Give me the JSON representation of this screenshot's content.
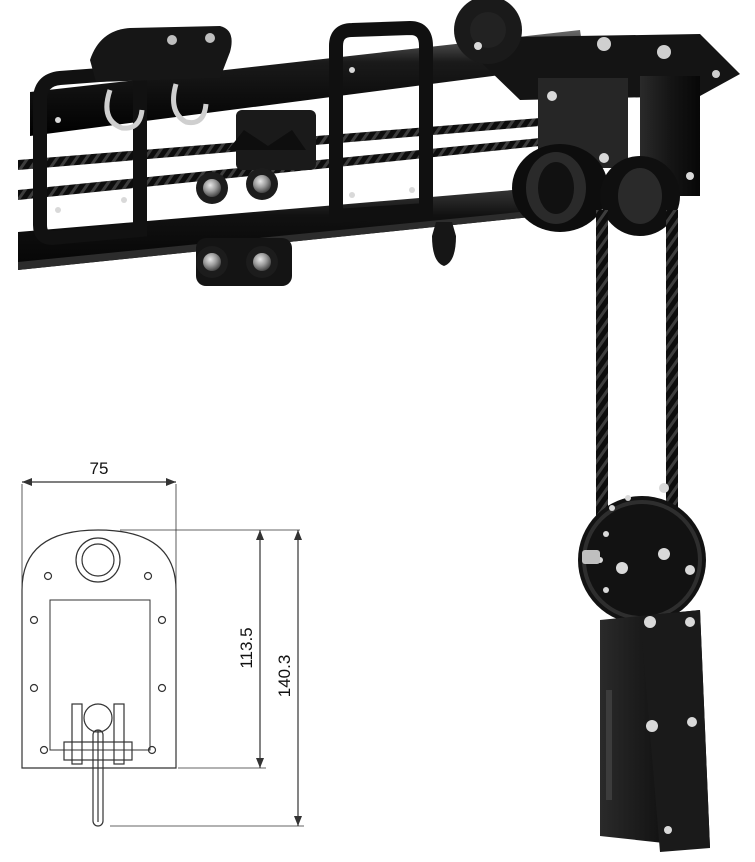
{
  "drawing": {
    "width_dimension": "75",
    "inner_height_dimension": "113.5",
    "outer_height_dimension": "140.3"
  },
  "colors": {
    "metal_black": "#141414",
    "metal_dark": "#202020",
    "highlight": "#5a5a5a",
    "bolt": "#d9d9d9",
    "drawing_line": "#333333",
    "background": "#ffffff"
  }
}
